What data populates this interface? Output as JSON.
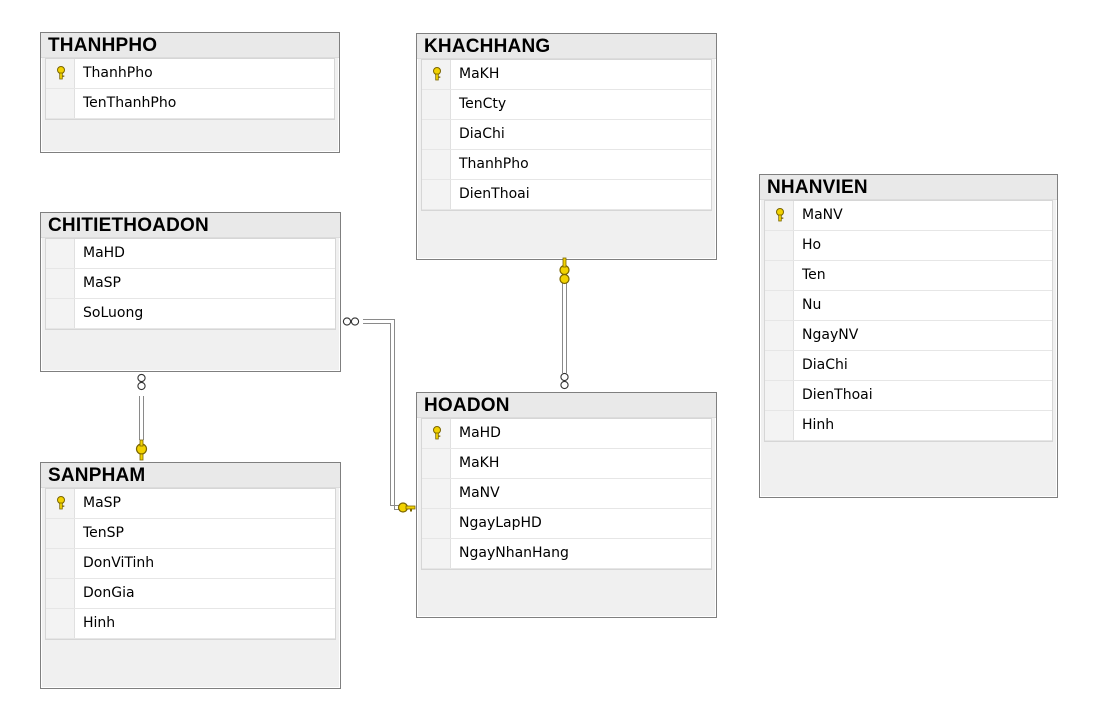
{
  "tables": {
    "thanhpho": {
      "name": "THANHPHO",
      "columns": [
        "ThanhPho",
        "TenThanhPho"
      ],
      "pk": [
        "ThanhPho"
      ]
    },
    "khachhang": {
      "name": "KHACHHANG",
      "columns": [
        "MaKH",
        "TenCty",
        "DiaChi",
        "ThanhPho",
        "DienThoai"
      ],
      "pk": [
        "MaKH"
      ]
    },
    "nhanvien": {
      "name": "NHANVIEN",
      "columns": [
        "MaNV",
        "Ho",
        "Ten",
        "Nu",
        "NgayNV",
        "DiaChi",
        "DienThoai",
        "Hinh"
      ],
      "pk": [
        "MaNV"
      ]
    },
    "chitiethoadon": {
      "name": "CHITIETHOADON",
      "columns": [
        "MaHD",
        "MaSP",
        "SoLuong"
      ],
      "pk": []
    },
    "hoadon": {
      "name": "HOADON",
      "columns": [
        "MaHD",
        "MaKH",
        "MaNV",
        "NgayLapHD",
        "NgayNhanHang"
      ],
      "pk": [
        "MaHD"
      ]
    },
    "sanpham": {
      "name": "SANPHAM",
      "columns": [
        "MaSP",
        "TenSP",
        "DonViTinh",
        "DonGia",
        "Hinh"
      ],
      "pk": [
        "MaSP"
      ]
    }
  },
  "relationships": [
    {
      "from": "KHACHHANG",
      "to": "HOADON",
      "one_end": "KHACHHANG",
      "many_end": "HOADON"
    },
    {
      "from": "HOADON",
      "to": "CHITIETHOADON",
      "one_end": "HOADON",
      "many_end": "CHITIETHOADON"
    },
    {
      "from": "SANPHAM",
      "to": "CHITIETHOADON",
      "one_end": "SANPHAM",
      "many_end": "CHITIETHOADON"
    }
  ],
  "colors": {
    "key": "#f2d200",
    "line": "#8a8a8a",
    "border": "#7f7f7f"
  },
  "icons": {
    "primary_key": "key-icon",
    "one_end": "key-icon",
    "many_end": "infinity-icon"
  }
}
